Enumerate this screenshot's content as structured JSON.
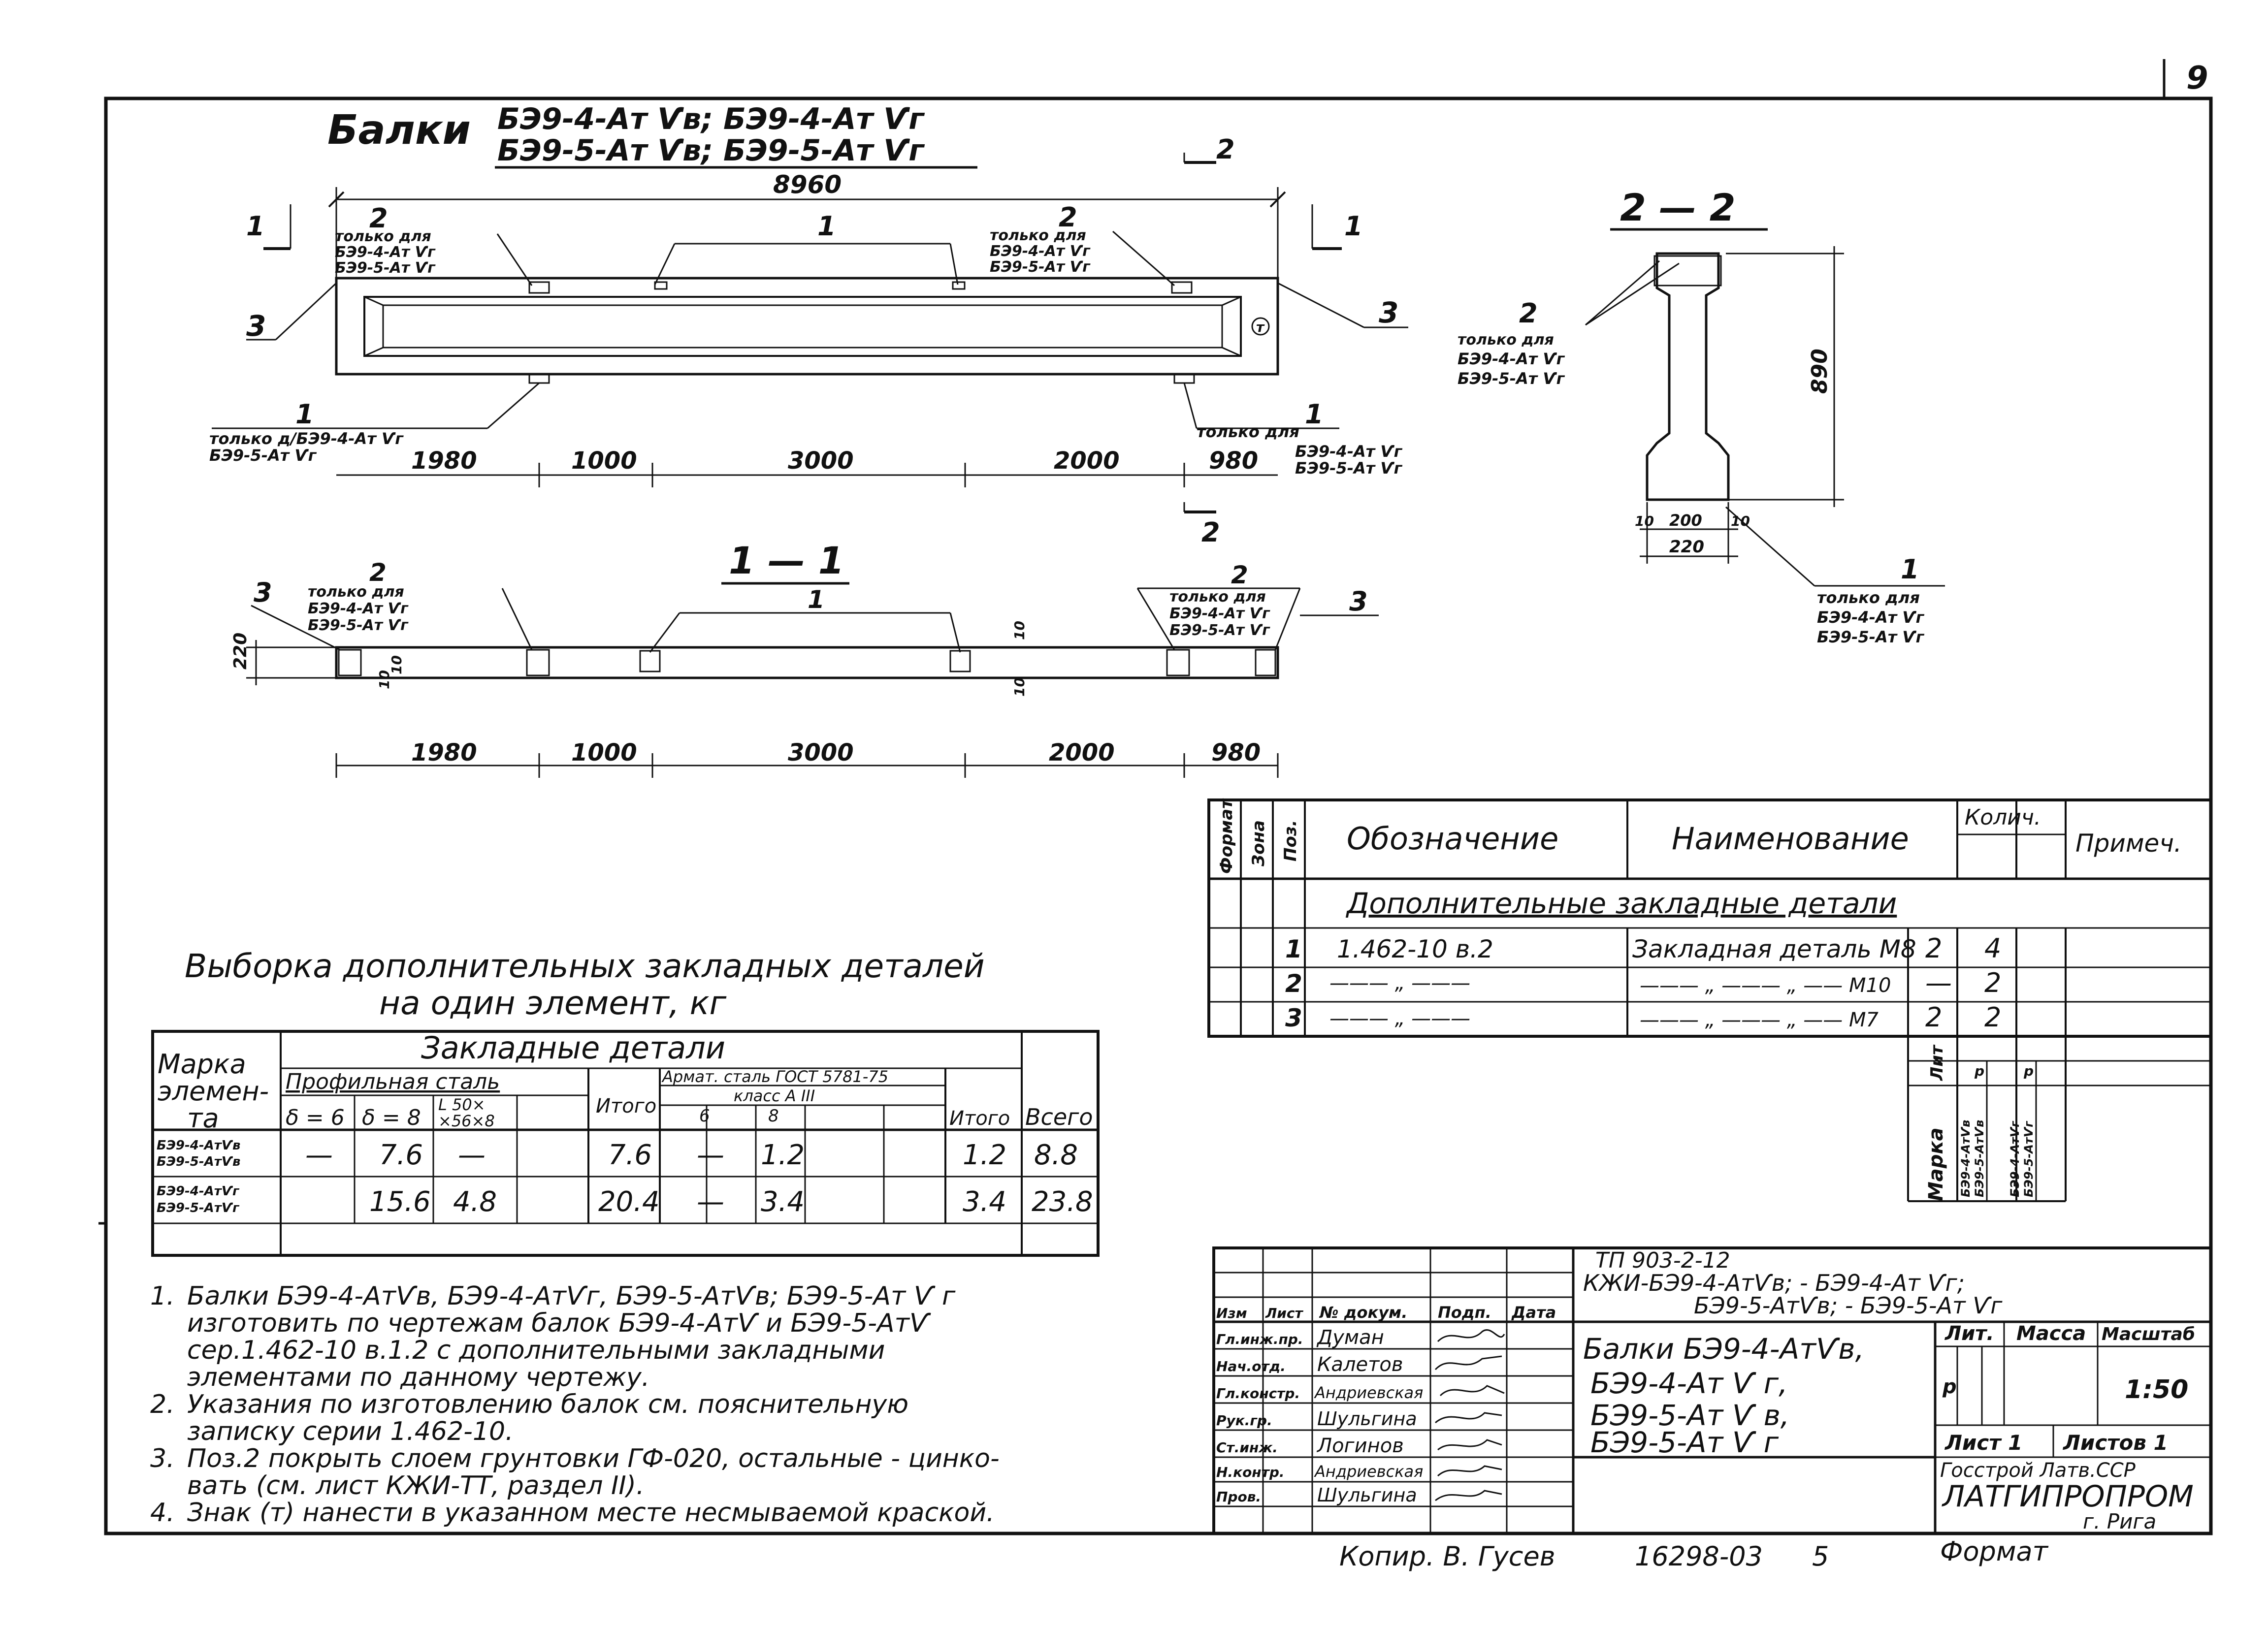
{
  "sheet_number": "9",
  "title": {
    "prefix": "Балки",
    "line1": "БЭ9-4-Ат Ѵв;  БЭ9-4-Ат Ѵг",
    "line2": "БЭ9-5-Ат Ѵв;  БЭ9-5-Ат Ѵг"
  },
  "plan": {
    "total_length": "8960",
    "dims": [
      "1980",
      "1000",
      "3000",
      "2000",
      "980"
    ],
    "pos_1": "1",
    "pos_2": "2",
    "pos_3": "3",
    "section_mark_1": "1",
    "section_mark_2": "2",
    "note_top_left": [
      "только для",
      "БЭ9-4-Ат Ѵг",
      "БЭ9-5-Ат Ѵг"
    ],
    "note_top_right": [
      "только для",
      "БЭ9-4-Ат Ѵг",
      "БЭ9-5-Ат Ѵг"
    ],
    "note_bottom_left": [
      "только д/БЭ9-4-Ат Ѵг",
      "БЭ9-5-Ат Ѵг"
    ],
    "note_bottom_right": [
      "только для",
      "БЭ9-4-Ат Ѵг",
      "БЭ9-5-Ат Ѵг"
    ],
    "mark_symbol": "т"
  },
  "section_11": {
    "title": "1 — 1",
    "height_dim": "220",
    "small_dims": [
      "10",
      "10",
      "10",
      "10"
    ],
    "dims": [
      "1980",
      "1000",
      "3000",
      "2000",
      "980"
    ],
    "note_left": [
      "только для",
      "БЭ9-4-Ат Ѵг",
      "БЭ9-5-Ат Ѵг"
    ],
    "note_right": [
      "только для",
      "БЭ9-4-Ат Ѵг",
      "БЭ9-5-Ат Ѵг"
    ]
  },
  "section_22": {
    "title": "2 — 2",
    "height_dim": "890",
    "bottom_dims": [
      "10",
      "200",
      "10"
    ],
    "width_dim": "220",
    "note_top": [
      "только для",
      "БЭ9-4-Ат Ѵг",
      "БЭ9-5-Ат Ѵг"
    ],
    "note_bottom": [
      "только для",
      "БЭ9-4-Ат Ѵг",
      "БЭ9-5-Ат Ѵг"
    ]
  },
  "spec": {
    "header": [
      "Формат",
      "Зона",
      "Поз.",
      "Обозначение",
      "Наименование",
      "Колич.",
      "Примеч."
    ],
    "section_title": "Дополнительные закладные детали",
    "rows": [
      {
        "pos": "1",
        "designation": "1.462-10  в.2",
        "name": "Закладная деталь М8",
        "q1": "2",
        "q2": "4"
      },
      {
        "pos": "2",
        "designation": "——— „ ———",
        "name": "——— „ ——— „ —— М10",
        "q1": "—",
        "q2": "2"
      },
      {
        "pos": "3",
        "designation": "——— „ ———",
        "name": "——— „ ——— „ —— М7",
        "q1": "2",
        "q2": "2"
      }
    ],
    "lit_label": "Лит",
    "marka_label": "Марка",
    "lit_values": [
      "р",
      "р"
    ],
    "marka_values": [
      "БЭ9-4-АтѴв",
      "БЭ9-5-АтѴв",
      "БЭ9-4-АтѴг",
      "БЭ9-5-АтѴг"
    ]
  },
  "sample_table": {
    "caption_line1": "Выборка дополнительных закладных деталей",
    "caption_line2": "на один элемент, кг",
    "h_marka": [
      "Марка",
      "элемен-",
      "та"
    ],
    "h_zakl": "Закладные  детали",
    "h_prof": "Профильная  сталь",
    "h_armat": "Армат. сталь ГОСТ 5781-75",
    "h_klass": "класс  А  III",
    "h_d6": "δ = 6",
    "h_d8": "δ = 8",
    "h_angle": [
      "L 50×",
      "×56×8"
    ],
    "h_itogo": "Итого",
    "h_6": "6",
    "h_8": "8",
    "h_itogo2": "Итого",
    "h_vsego": "Всего",
    "rows": [
      {
        "mark1": "БЭ9-4-АтѴв",
        "mark2": "БЭ9-5-АтѴв",
        "d6": "—",
        "d8": "7.6",
        "angle": "—",
        "itogo": "7.6",
        "a6": "—",
        "a8": "1.2",
        "itogo2": "1.2",
        "vsego": "8.8"
      },
      {
        "mark1": "БЭ9-4-АтѴг",
        "mark2": "БЭ9-5-АтѴг",
        "d6": "",
        "d8": "15.6",
        "angle": "4.8",
        "itogo": "20.4",
        "a6": "—",
        "a8": "3.4",
        "itogo2": "3.4",
        "vsego": "23.8"
      }
    ]
  },
  "notes": [
    {
      "n": "1.",
      "lines": [
        "Балки БЭ9-4-АтѴв, БЭ9-4-АтѴг, БЭ9-5-АтѴв; БЭ9-5-Ат Ѵ г",
        "изготовить по чертежам балок БЭ9-4-АтѴ и БЭ9-5-АтѴ",
        "сер.1.462-10  в.1.2 с дополнительными закладными",
        "элементами по данному чертежу."
      ]
    },
    {
      "n": "2.",
      "lines": [
        "Указания по изготовлению балок см. пояснительную",
        "записку серии 1.462-10."
      ]
    },
    {
      "n": "3.",
      "lines": [
        "Поз.2 покрыть слоем грунтовки ГФ-020, остальные - цинко-",
        "вать (см. лист КЖИ-ТТ,  раздел II)."
      ]
    },
    {
      "n": "4.",
      "lines": [
        "Знак (т) нанести в указанном месте несмываемой краской."
      ]
    }
  ],
  "stamp": {
    "code_line1": "ТП 903-2-12",
    "code_line2": "КЖИ-БЭ9-4-АтѴв; - БЭ9-4-Ат Ѵг;",
    "code_line3": "БЭ9-5-АтѴв; - БЭ9-5-Ат Ѵг",
    "hdr": [
      "Изм",
      "Лист",
      "№ докум.",
      "Подп.",
      "Дата"
    ],
    "people": [
      {
        "role": "Гл.инж.пр.",
        "name": "Думан"
      },
      {
        "role": "Нач.отд.",
        "name": "Калетов"
      },
      {
        "role": "Гл.констр.",
        "name": "Андриевская"
      },
      {
        "role": "Рук.гр.",
        "name": "Шульгина"
      },
      {
        "role": "Ст.инж.",
        "name": "Логинов"
      },
      {
        "role": "Н.контр.",
        "name": "Андриевская"
      },
      {
        "role": "Пров.",
        "name": "Шульгина"
      }
    ],
    "name_lines": [
      "Балки БЭ9-4-АтѴв,",
      "БЭ9-4-Ат Ѵ г,",
      "БЭ9-5-Ат Ѵ в,",
      "БЭ9-5-Ат Ѵ г"
    ],
    "lit": "Лит.",
    "massa": "Масса",
    "masshtab": "Масштаб",
    "lit_value": "р",
    "scale": "1:50",
    "list": "Лист 1",
    "listov": "Листов 1",
    "org1": "Госстрой Латв.ССР",
    "org2": "ЛАТГИПРОПРОМ",
    "org3": "г. Рига"
  },
  "footer": {
    "kopir": "Копир. В. Гусев",
    "number": "16298-03",
    "page": "5",
    "format": "Формат"
  }
}
